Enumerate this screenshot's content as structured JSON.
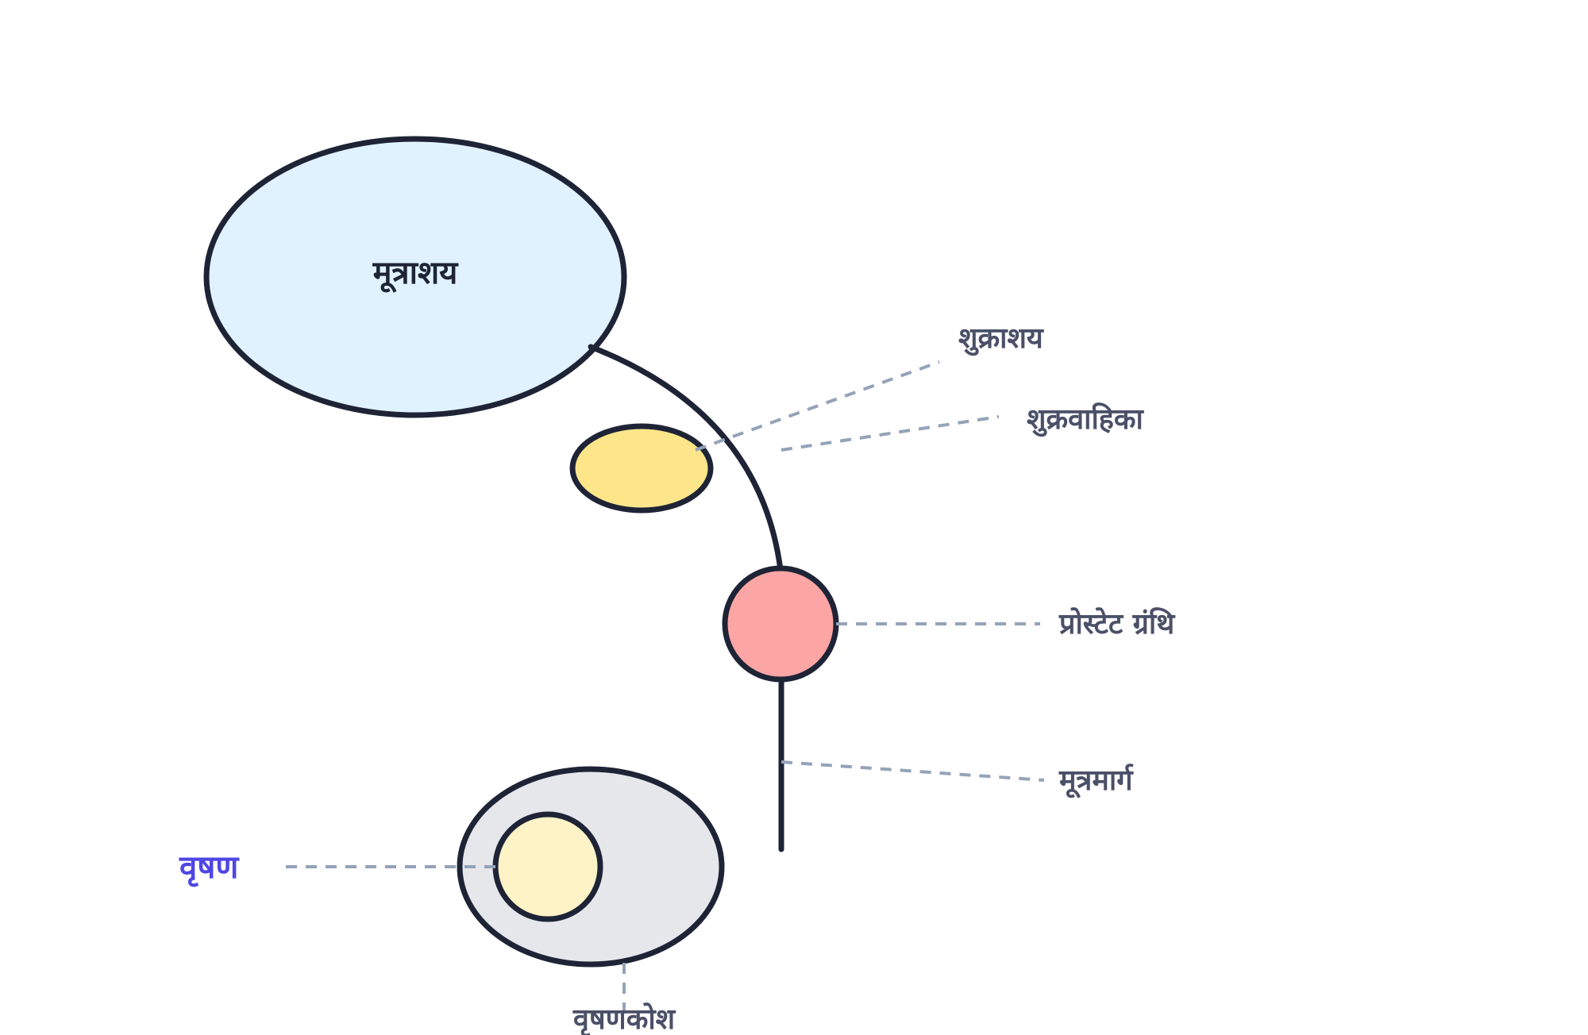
{
  "labels": {
    "bladder": "मूत्राशय",
    "seminal_vesicle": "शुक्राशय",
    "vas_deferens": "शुक्रवाहिका",
    "prostate": "प्रोस्टेट ग्रंथि",
    "urethra": "मूत्रमार्ग",
    "testis": "वृषण",
    "scrotum": "वृषणकोश"
  },
  "colors": {
    "bladder": "#e0f2fe",
    "seminal_vesicle": "#fde68a",
    "prostate": "#fca5a5",
    "scrotum": "#e5e7eb",
    "testis": "#fef3c7",
    "outline": "#1e2436",
    "leader": "#94a3b8",
    "label": "#4b5068",
    "highlight": "#4f46e5"
  }
}
